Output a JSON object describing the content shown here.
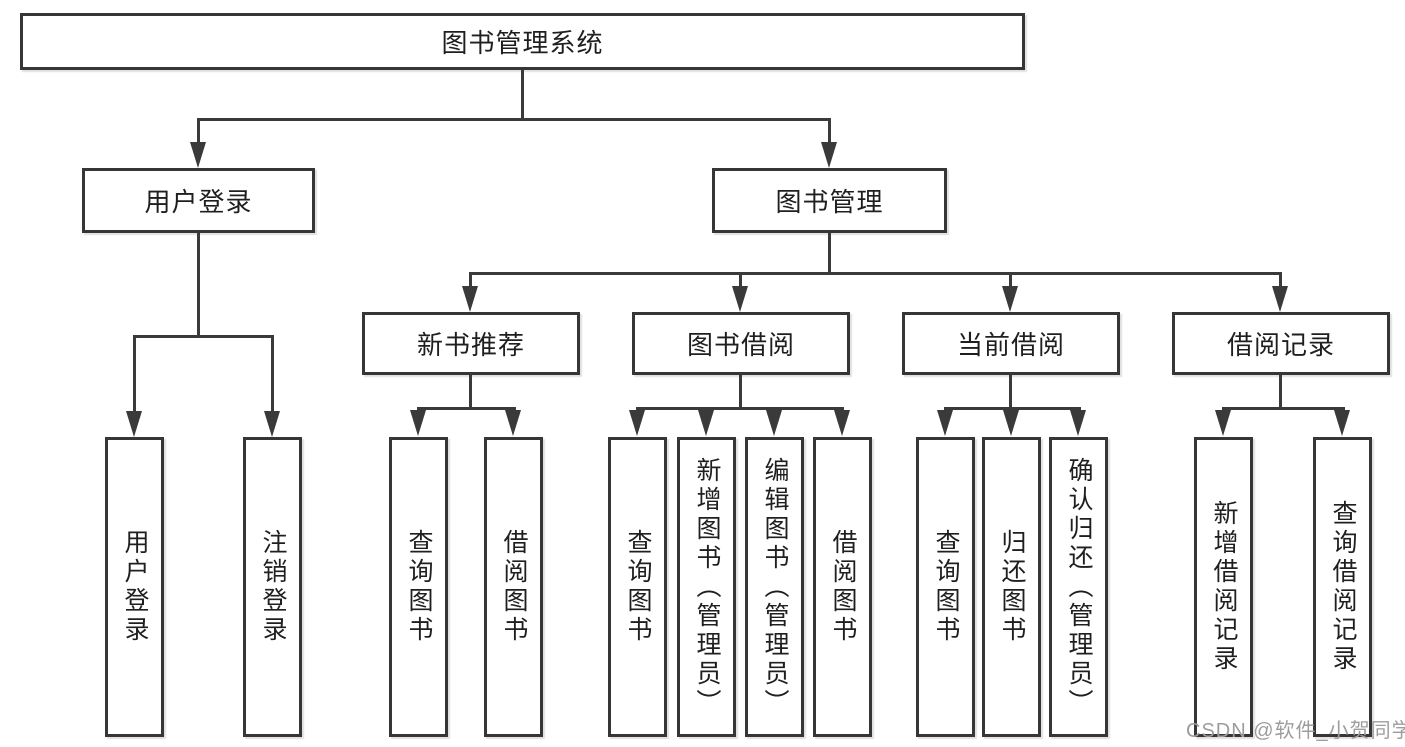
{
  "diagram": {
    "type": "org-tree-flowchart",
    "watermark": "CSDN @软件_小贺同学",
    "colors": {
      "background": "#ffffff",
      "box_border": "#363636",
      "connector_line": "#3a3a3a",
      "text": "#1f1f1f",
      "watermark": "#9d9d9d"
    },
    "tree": {
      "label": "图书管理系统",
      "children": [
        {
          "label": "用户登录",
          "children": [
            {
              "label": "用户登录"
            },
            {
              "label": "注销登录"
            }
          ]
        },
        {
          "label": "图书管理",
          "children": [
            {
              "label": "新书推荐",
              "children": [
                {
                  "label": "查询图书"
                },
                {
                  "label": "借阅图书"
                }
              ]
            },
            {
              "label": "图书借阅",
              "children": [
                {
                  "label": "查询图书"
                },
                {
                  "label": "新增图书（管理员）"
                },
                {
                  "label": "编辑图书（管理员）"
                },
                {
                  "label": "借阅图书"
                }
              ]
            },
            {
              "label": "当前借阅",
              "children": [
                {
                  "label": "查询图书"
                },
                {
                  "label": "归还图书"
                },
                {
                  "label": "确认归还（管理员）"
                }
              ]
            },
            {
              "label": "借阅记录",
              "children": [
                {
                  "label": "新增借阅记录"
                },
                {
                  "label": "查询借阅记录"
                }
              ]
            }
          ]
        }
      ]
    }
  }
}
